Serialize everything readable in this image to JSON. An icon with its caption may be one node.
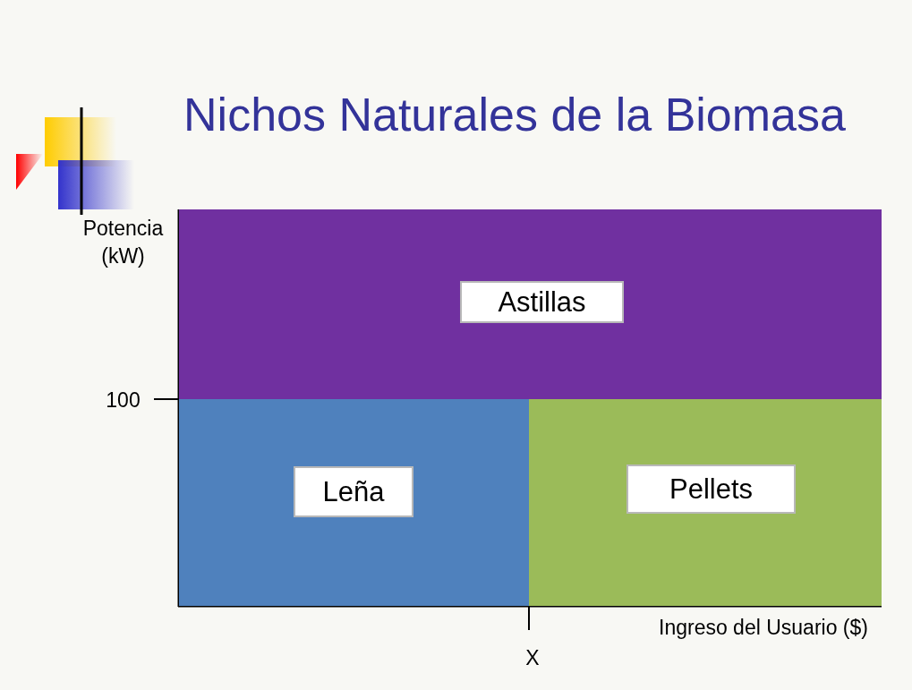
{
  "diagram": {
    "title": "Nichos Naturales de la Biomasa",
    "nodes": [
      {
        "text": [],
        "shape": "box"
      },
      {
        "text": [
          "Astillas"
        ],
        "in": 0
      },
      {
        "text": [],
        "shape": "box"
      },
      {
        "text": [
          "Leña"
        ],
        "in": 2
      },
      {
        "text": [],
        "shape": "box"
      },
      {
        "text": [
          "Pellets"
        ],
        "in": 4
      }
    ],
    "edges": [],
    "labels": [
      "Potencia (kW)",
      "100",
      "Ingreso del Usuario ($)",
      "X"
    ]
  }
}
